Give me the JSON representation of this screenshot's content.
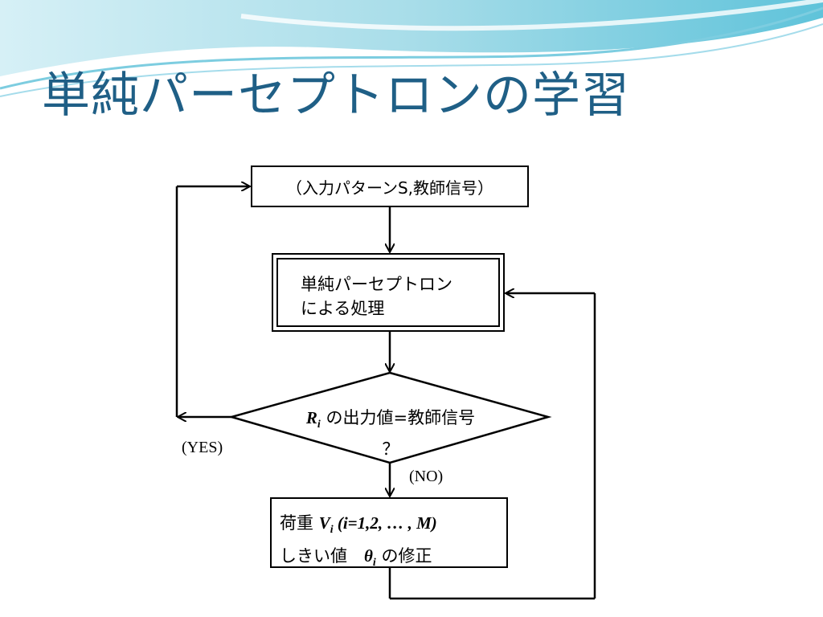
{
  "slide": {
    "title": "単純パーセプトロンの学習"
  },
  "flowchart": {
    "input_box": "（入力パターンS,教師信号）",
    "process_box": {
      "line1": "単純パーセプトロン",
      "line2": "による処理"
    },
    "decision": {
      "var": "R",
      "sub": "i",
      "text": " の出力値=教師信号",
      "line2": "？"
    },
    "yes_label": "(YES)",
    "no_label": "(NO)",
    "update_box": {
      "prefix1": "荷重 ",
      "var1": "V",
      "sub1": "i",
      "range": " (i=1,2, … , M)",
      "prefix2": "しきい値　",
      "var2": "θ",
      "sub2": "i",
      "suffix2": " の修正"
    }
  },
  "colors": {
    "title": "#1f5f86",
    "wave_light": "#bfe6f0",
    "wave_mid": "#5bbfd8"
  }
}
